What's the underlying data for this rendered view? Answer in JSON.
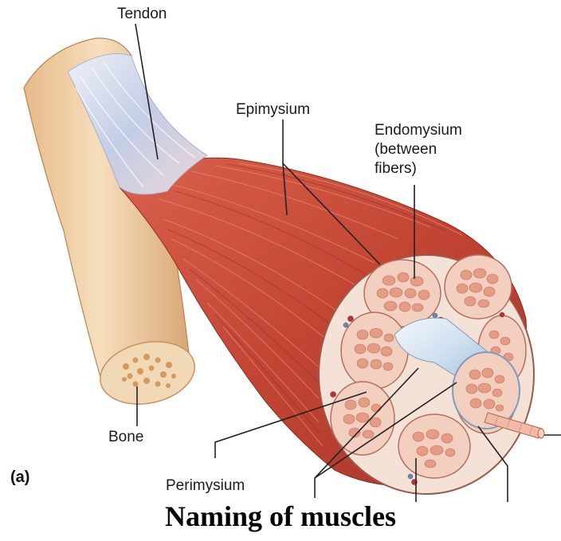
{
  "labels": {
    "tendon": "Tendon",
    "epimysium": "Epimysium",
    "endomysium": "Endomysium\n(between\nfibers)",
    "bone": "Bone",
    "perimysium": "Perimysium",
    "panel": "(a)"
  },
  "caption": "Naming of muscles",
  "colors": {
    "muscle": "#c0463a",
    "muscle_light": "#e07a63",
    "bone": "#f1d2a6",
    "bone_dark": "#d8a873",
    "tendon": "#b9c4e0",
    "fascicle": "#f3cfc0",
    "fiber": "#e9a58e",
    "perimysium_tube": "#d7e6f3"
  }
}
